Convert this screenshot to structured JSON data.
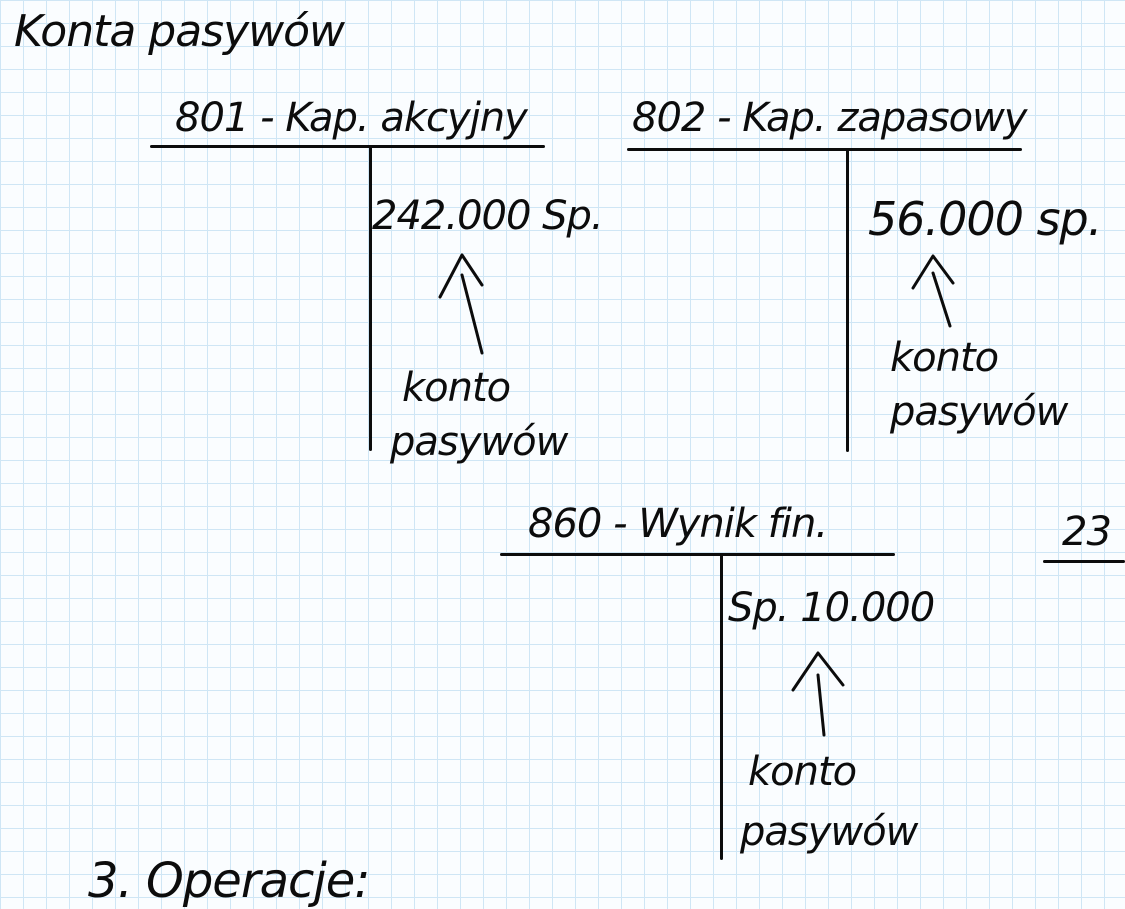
{
  "heading": "Konta pasywów",
  "accounts": [
    {
      "title": "801 - Kap. akcyjny",
      "entry": "242.000 Sp.",
      "note_line1": "konto",
      "note_line2": "pasywów"
    },
    {
      "title": "802 - Kap. zapasowy",
      "entry": "56.000 sp.",
      "note_line1": "konto",
      "note_line2": "pasywów"
    },
    {
      "title": "860 - Wynik fin.",
      "entry": "Sp. 10.000",
      "note_line1": "konto",
      "note_line2": "pasywów"
    }
  ],
  "partial_account_title": "23",
  "bottom_fragment": "3. Operacje:"
}
